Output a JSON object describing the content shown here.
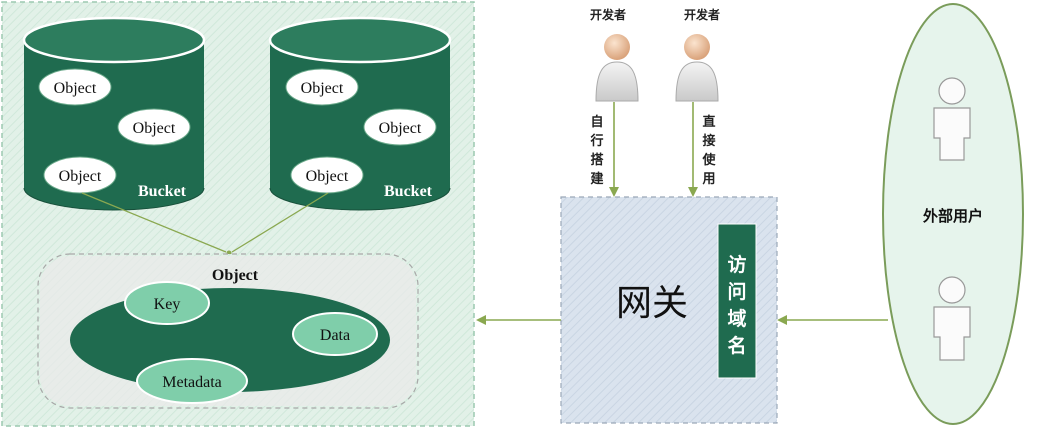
{
  "storage": {
    "bucket1": {
      "label": "Bucket",
      "objects": [
        "Object",
        "Object",
        "Object"
      ]
    },
    "bucket2": {
      "label": "Bucket",
      "objects": [
        "Object",
        "Object",
        "Object"
      ]
    },
    "object_detail": {
      "title": "Object",
      "key": "Key",
      "data": "Data",
      "metadata": "Metadata"
    }
  },
  "developers": [
    {
      "label": "开发者",
      "action": [
        "自",
        "行",
        "搭",
        "建"
      ]
    },
    {
      "label": "开发者",
      "action": [
        "直",
        "接",
        "使",
        "用"
      ]
    }
  ],
  "gateway": {
    "title": "网关",
    "domain_chars": [
      "访",
      "问",
      "域",
      "名"
    ]
  },
  "external_users": {
    "label": "外部用户"
  },
  "colors": {
    "dark_green": "#1f6b4f",
    "light_green": "#7fceaa",
    "arrow": "#8aa850",
    "panel": "#e4f2ea",
    "gateway": "#d8e2ee"
  }
}
